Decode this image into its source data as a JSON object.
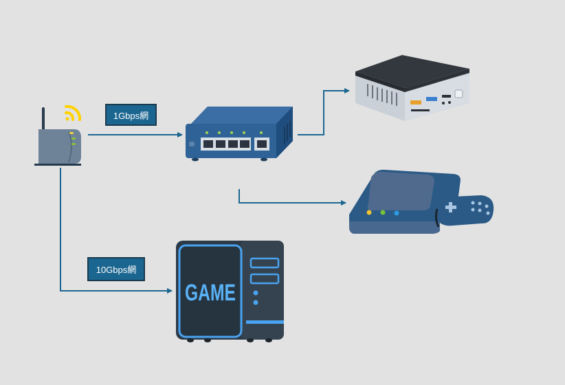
{
  "diagram": {
    "title": "",
    "nodes": [
      {
        "id": "router",
        "name": "Wi-Fi router"
      },
      {
        "id": "switch",
        "name": "Network switch"
      },
      {
        "id": "minipc",
        "name": "Mini PC"
      },
      {
        "id": "console",
        "name": "Game console"
      },
      {
        "id": "gamingpc",
        "name": "Gaming PC",
        "text": "GAME"
      }
    ],
    "edges": [
      {
        "from": "router",
        "to": "switch",
        "label": "1Gbps網"
      },
      {
        "from": "switch",
        "to": "minipc",
        "label": ""
      },
      {
        "from": "switch",
        "to": "console",
        "label": ""
      },
      {
        "from": "router",
        "to": "gamingpc",
        "label": "10Gbps網"
      }
    ],
    "labels": {
      "gbps1": "1Gbps網",
      "gbps10": "10Gbps網",
      "game_text": "GAME"
    },
    "colors": {
      "background": "#e2e2e2",
      "line": "#1b6690",
      "label_bg": "#1b6690",
      "label_border": "#1c3a4e"
    }
  }
}
